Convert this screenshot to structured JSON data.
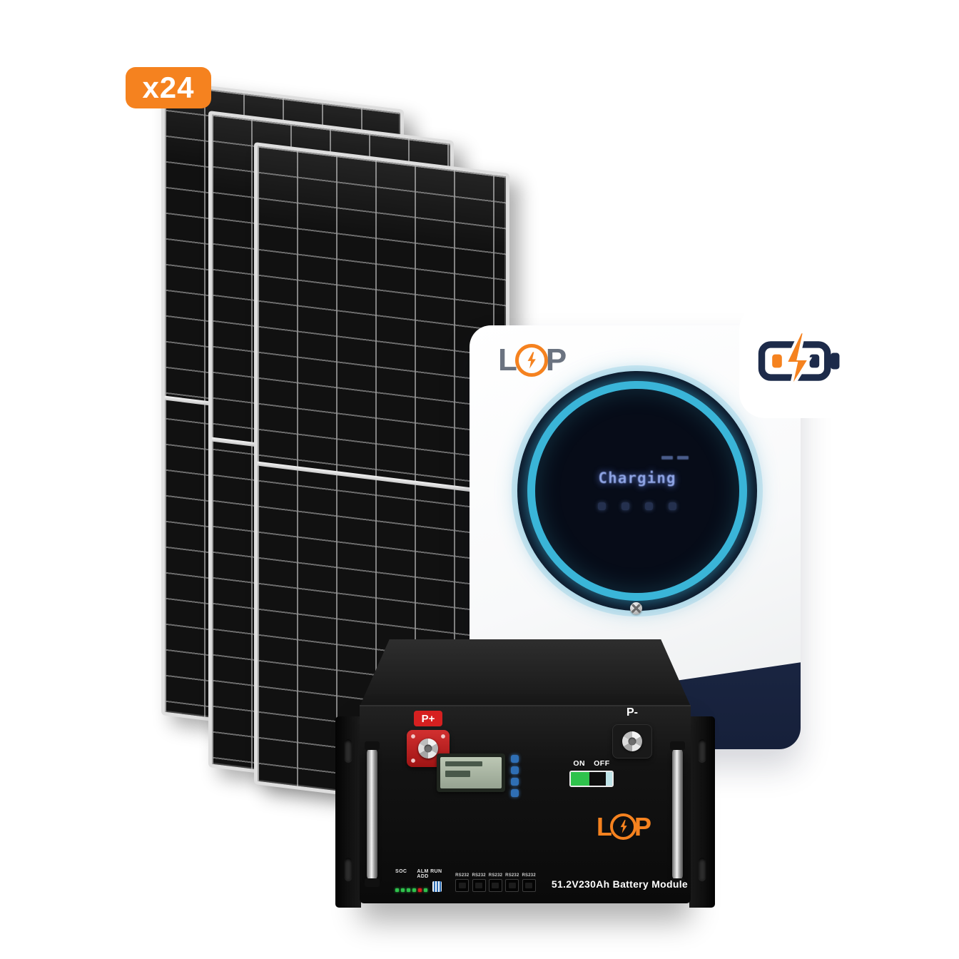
{
  "colors": {
    "accent": "#f5821f",
    "navy": "#1d2b4a",
    "cyan": "#3ab5d8",
    "green": "#2fc24c",
    "red": "#d62020",
    "btnblue": "#2f6fb5"
  },
  "badge": {
    "label": "x24"
  },
  "inverter": {
    "logo_l": "L",
    "logo_p": "P",
    "display_text": "Charging"
  },
  "battery": {
    "logo_l": "L",
    "logo_p": "P",
    "terminal_positive": "P+",
    "terminal_negative": "P-",
    "switch_on": "ON",
    "switch_off": "OFF",
    "led_group1": "SOC",
    "led_group2": "ALM RUN ADD",
    "ports": [
      "RS232",
      "RS232",
      "RS232",
      "RS232",
      "RS232"
    ],
    "module_label": "51.2V230Ah Battery Module"
  }
}
